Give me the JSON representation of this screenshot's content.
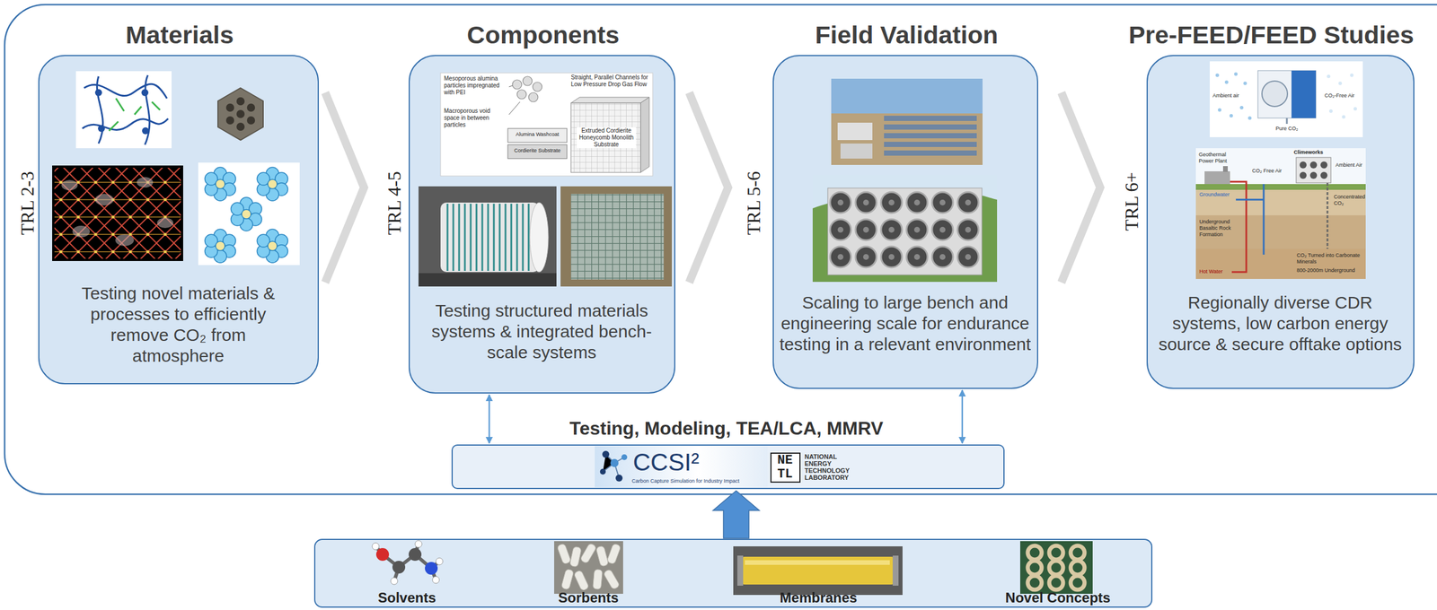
{
  "diagram": {
    "nodes": [
      {
        "text": [
          "Materials",
          "Testing novel materials & processes to efficiently remove CO₂ from atmosphere"
        ]
      },
      {
        "text": [
          "Components",
          "Testing structured materials systems & integrated bench-scale systems"
        ]
      },
      {
        "text": [
          "Field Validation",
          "Scaling to large bench and engineering scale for endurance testing in a relevant environment"
        ]
      },
      {
        "text": [
          "Pre-FEED/FEED Studies",
          "Regionally diverse CDR systems, low carbon energy source & secure offtake options"
        ]
      },
      {
        "text": [
          "Testing, Modeling, TEA/LCA, MMRV",
          "CCSI²",
          "Carbon Capture Simulation for Industry Impact",
          "NETL",
          "NATIONAL ENERGY TECHNOLOGY LABORATORY"
        ]
      },
      {
        "text": [
          "Solvents",
          "Sorbents",
          "Membranes",
          "Novel Concepts"
        ]
      }
    ],
    "edges": [
      {
        "from": 1,
        "to": 4,
        "arrow": "both"
      },
      {
        "from": 2,
        "to": 4,
        "arrow": "both"
      },
      {
        "from": 5,
        "to": 4,
        "arrow": "to"
      }
    ],
    "labels": [
      "TRL 2-3",
      "TRL 4-5",
      "TRL 5-6",
      "TRL 6+",
      "Mesoporous alumina particles impregnated with PEI",
      "Straight, Parallel Channels for Low Pressure Drop Gas Flow",
      "Macroporous void space in between particles",
      "Alumina Washcoat",
      "Cordierite Substrate",
      "Extruded Cordierite Honeycomb Monolith Substrate",
      "Ambient air",
      "CO₂-Free Air",
      "Pure CO₂",
      "Geothermal Power Plant",
      "Climeworks",
      "Ambient Air",
      "CO₂ Free Air",
      "Groundwater",
      "Concentrated CO₂",
      "Underground Basaltic Rock Formation",
      "CO₂ Turned into Carbonate Minerals",
      "800-2000m Underground",
      "Hot Water"
    ]
  }
}
